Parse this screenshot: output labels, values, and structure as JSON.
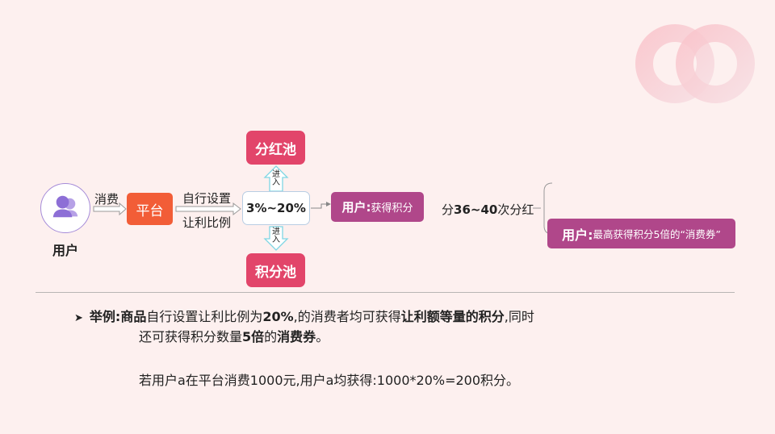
{
  "user": {
    "label": "用户"
  },
  "flow": {
    "consume_label": "消费",
    "platform_label": "平台",
    "setting_line1": "自行设置",
    "setting_line2": "让利比例",
    "pct_label": "3%~20%",
    "enter_label": "进入",
    "pool_dividend": "分红池",
    "pool_points": "积分池",
    "user_points": {
      "prefix": "用户:",
      "text": "获得积分"
    },
    "dividend": {
      "pre": "分",
      "range": "36~40",
      "post": "次分红"
    },
    "user_voucher": {
      "prefix": "用户:",
      "text": "最高获得积分5倍的",
      "highlight": "“消费券”"
    }
  },
  "example": {
    "heading": "举例:",
    "l1_b1": "商品",
    "l1_t1": "自行设置让利比例为",
    "l1_b2": "20%",
    "l1_t2": ",的消费者均可获得",
    "l1_b3": "让利额等量的积分",
    "l1_t3": ",同时",
    "l2_t1": "还可获得积分数量",
    "l2_b1": "5倍",
    "l2_t2": "的",
    "l2_b2": "消费券",
    "l2_t3": "。",
    "l3": "若用户a在平台消费1000元,用户a均获得:1000*20%=200积分。"
  },
  "colors": {
    "background": "#fdf0ef",
    "platform": "#f25d37",
    "pool": "#e2456a",
    "user_box": "#b0478a",
    "user_icon": "#a58bd8",
    "enter_arrow": "#7fd6e4"
  }
}
